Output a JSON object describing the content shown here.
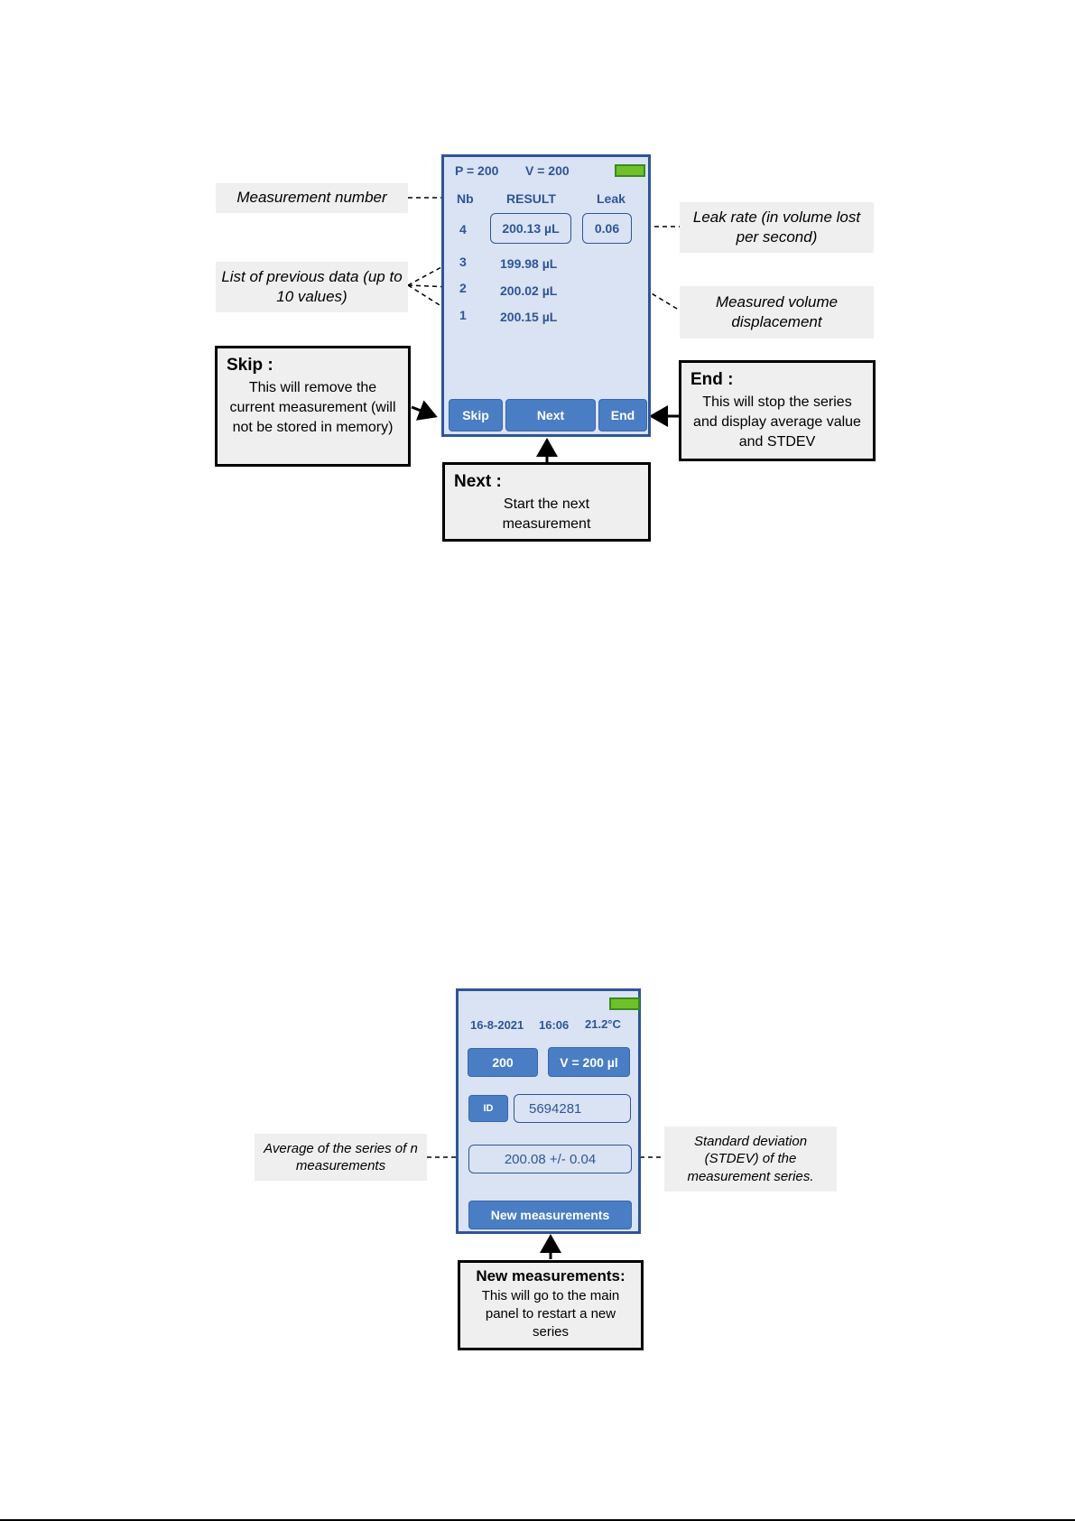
{
  "measure_screen": {
    "pressure": "P = 200",
    "volume": "V = 200",
    "col_nb": "Nb",
    "col_result": "RESULT",
    "col_leak": "Leak",
    "current": {
      "nb": "4",
      "result": "200.13 µL",
      "leak": "0.06"
    },
    "previous": [
      {
        "nb": "3",
        "result": "199.98 µL"
      },
      {
        "nb": "2",
        "result": "200.02 µL"
      },
      {
        "nb": "1",
        "result": "200.15 µL"
      }
    ],
    "buttons": {
      "skip": "Skip",
      "next": "Next",
      "end": "End"
    }
  },
  "measure_notes": {
    "measurement_number": "Measurement number",
    "previous_data": "List of previous data (up to 10 values)",
    "leak_rate": "Leak rate (in volume lost per second)",
    "measured_volume": "Measured volume displacement",
    "skip_title": "Skip :",
    "skip_body": "This will remove the current measurement (will not be stored in memory)",
    "end_title": "End :",
    "end_body": "This will stop the series and display average value and STDEV",
    "next_title": "Next :",
    "next_body": "Start the next measurement"
  },
  "summary_screen": {
    "date": "16-8-2021",
    "time": "16:06",
    "temperature": "21.2°C",
    "btn_200": "200",
    "btn_volume": "V = 200 µl",
    "id_label": "ID",
    "id_value": "5694281",
    "result": "200.08 +/- 0.04",
    "new_button": "New measurements"
  },
  "summary_notes": {
    "average": "Average of the series of n measurements",
    "stdev": "Standard deviation (STDEV) of the measurement series.",
    "new_title": "New measurements:",
    "new_body": "This will go to the main panel to restart a new series"
  }
}
